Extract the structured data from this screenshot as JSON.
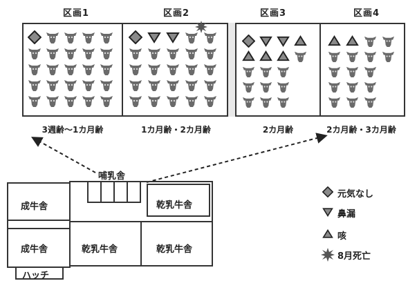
{
  "sections": [
    {
      "name": "区画1",
      "age": "3週齢～1カ月齢"
    },
    {
      "name": "区画2",
      "age": "1カ月齢・2カ月齢"
    },
    {
      "name": "区画3",
      "age": "2カ月齢"
    },
    {
      "name": "区画4",
      "age": "2カ月齢・3カ月齢"
    }
  ],
  "buildings": {
    "nursing": "哺乳舎",
    "adult_top": "成牛舎",
    "adult_bottom": "成牛舎",
    "dry_top_right": "乾乳牛舎",
    "dry_bottom_left": "乾乳牛舎",
    "dry_bottom_right": "乾乳牛舎",
    "hutch": "ハッチ"
  },
  "legend": {
    "lethargic": "元気なし",
    "runny_nose": "鼻漏",
    "cough": "咳",
    "died_august": "8月死亡"
  },
  "icons": {
    "calf": "calf-head-icon",
    "lethargic": "diamond-icon",
    "runny_nose": "down-triangle-icon",
    "cough": "up-triangle-icon",
    "died": "starburst-icon"
  },
  "colors": {
    "calf": "#6a6a6a",
    "ink": "#333333",
    "shade": "#e9e9e9"
  }
}
